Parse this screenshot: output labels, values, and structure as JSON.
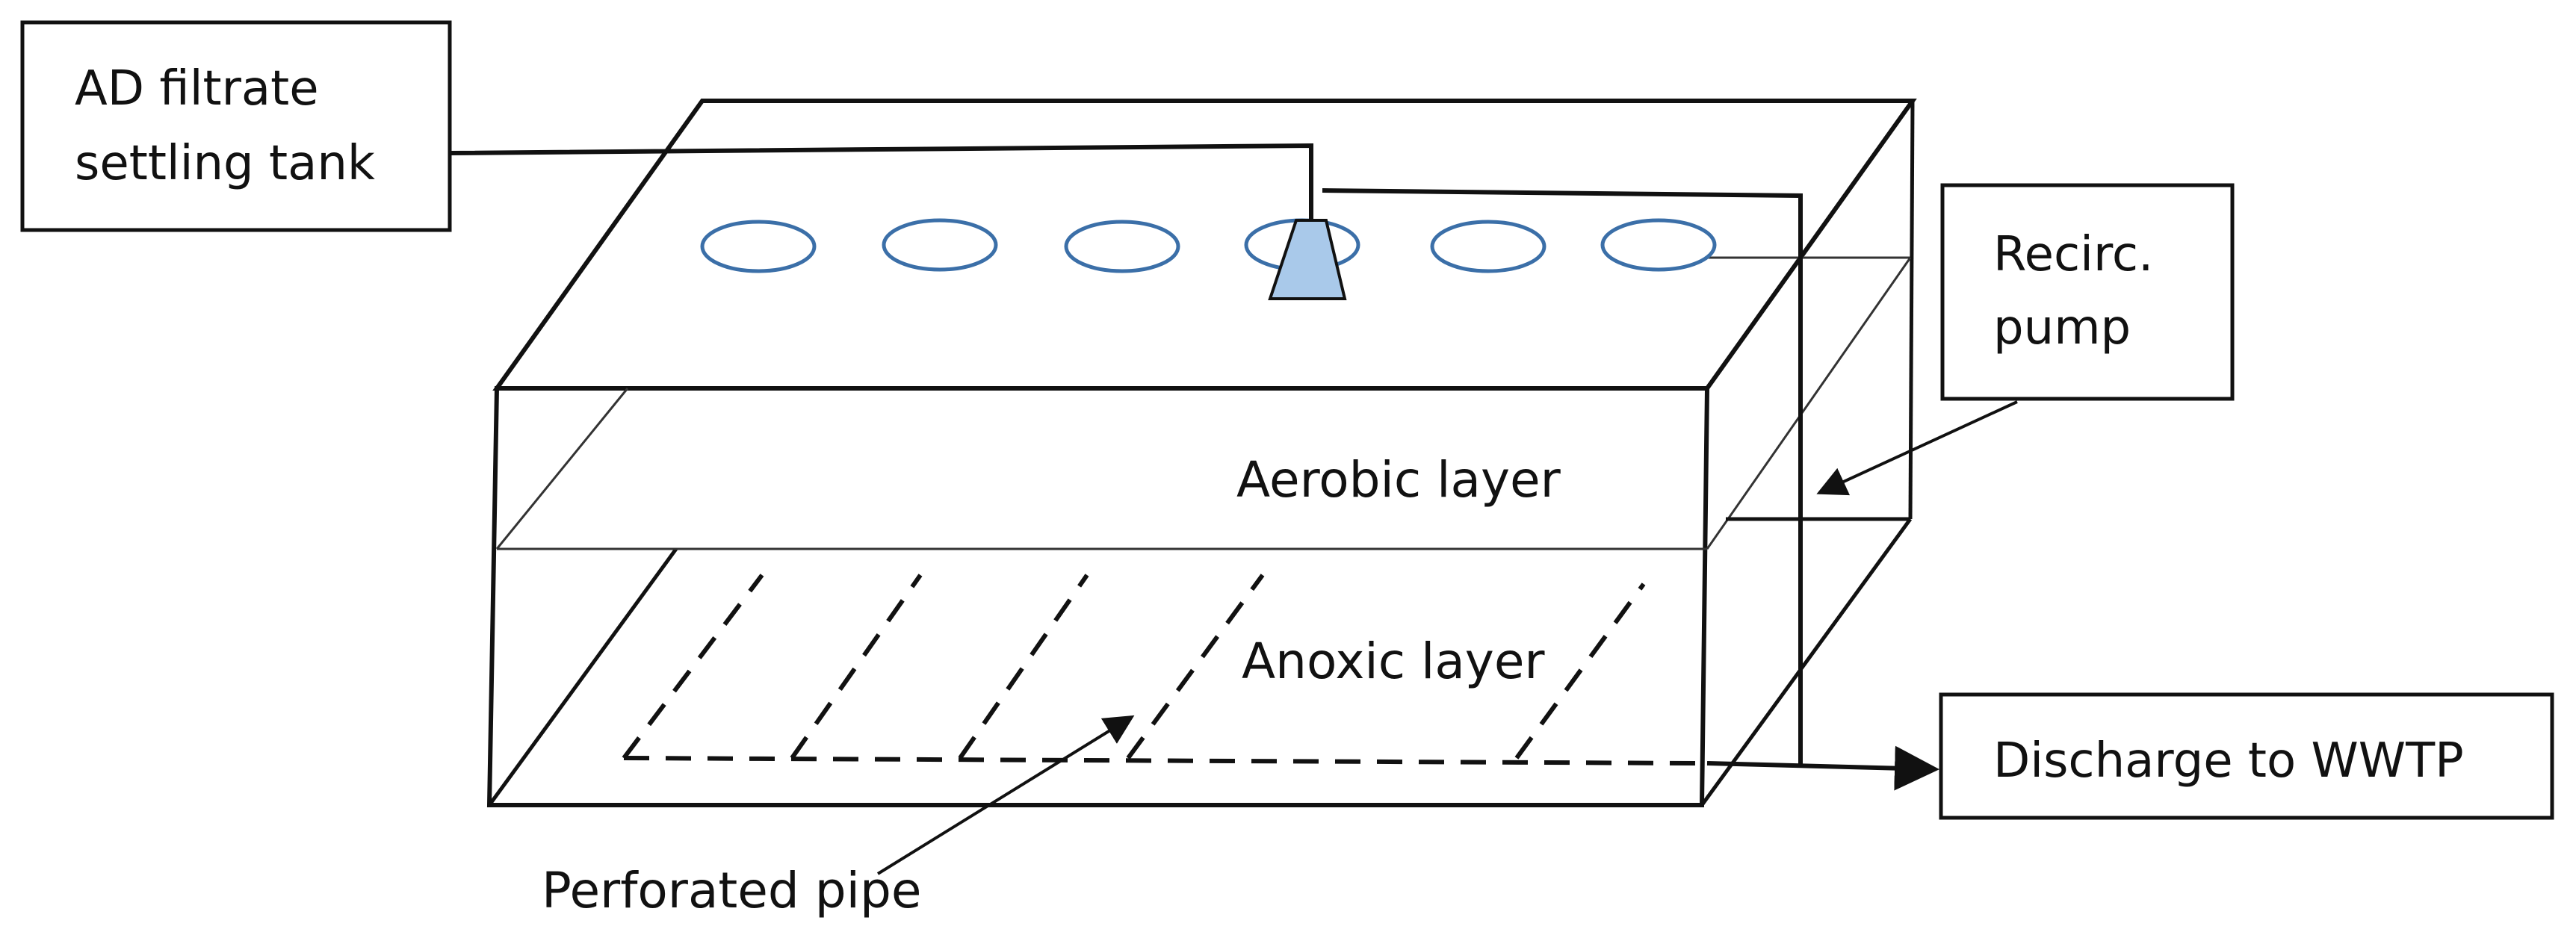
{
  "labels": {
    "ad_filtrate_line1": "AD filtrate",
    "ad_filtrate_line2": "settling tank",
    "recirc_line1": "Recirc.",
    "recirc_line2": "pump",
    "aerobic": "Aerobic layer",
    "anoxic": "Anoxic layer",
    "discharge": "Discharge to WWTP",
    "perforated": "Perforated pipe"
  },
  "colors": {
    "stroke": "#111111",
    "diffuser_ring": "#3b6fa8",
    "nozzle_fill": "#a9c9ea"
  }
}
